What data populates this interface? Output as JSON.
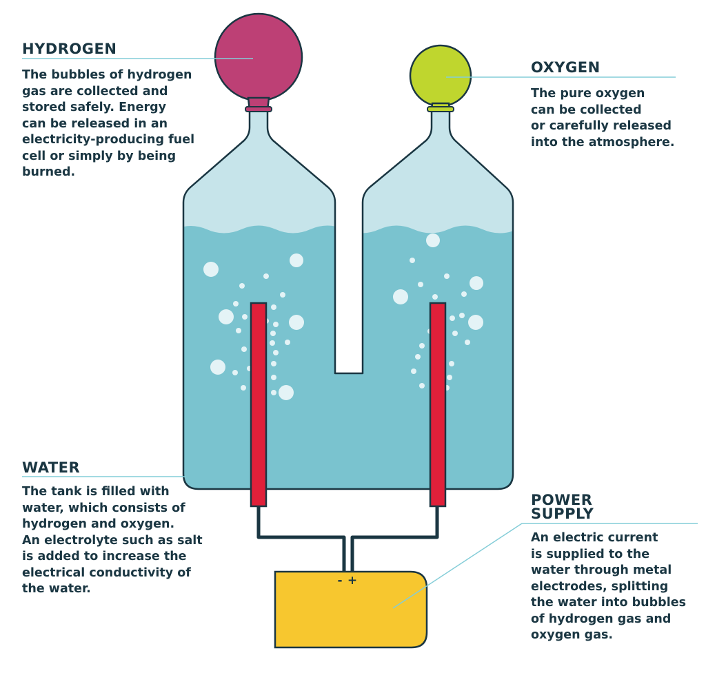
{
  "labels": {
    "hydrogen": {
      "title": "HYDROGEN",
      "lines": [
        "The bubbles of hydrogen",
        "gas are collected and",
        "stored safely. Energy",
        "can be released in an",
        "electricity-producing fuel",
        "cell or simply by being",
        "burned."
      ]
    },
    "oxygen": {
      "title": "OXYGEN",
      "lines": [
        "The pure oxygen",
        "can be collected",
        "or carefully released",
        "into the atmosphere."
      ]
    },
    "water": {
      "title": "WATER",
      "lines": [
        "The tank is filled with",
        "water, which consists of",
        "hydrogen and oxygen.",
        "An electrolyte such as salt",
        "is added to increase the",
        "electrical conductivity of",
        "the water."
      ]
    },
    "power": {
      "title_lines": [
        "POWER",
        "SUPPLY"
      ],
      "lines": [
        "An electric current",
        "is supplied to the",
        "water through metal",
        "electrodes, splitting",
        "the water into bubbles",
        "of hydrogen gas and",
        "oxygen gas."
      ]
    }
  },
  "terminals": {
    "negative": "-",
    "positive": "+"
  },
  "colors": {
    "outline": "#1a3642",
    "water": "#7ac3cf",
    "gas_space": "#c6e4ea",
    "bubble": "#e4f3f6",
    "electrode": "#e0203a",
    "hydrogen_balloon": "#bd4075",
    "oxygen_balloon": "#bfd62e",
    "power_supply": "#f7c72f",
    "leader_line": "#84cdd8"
  }
}
